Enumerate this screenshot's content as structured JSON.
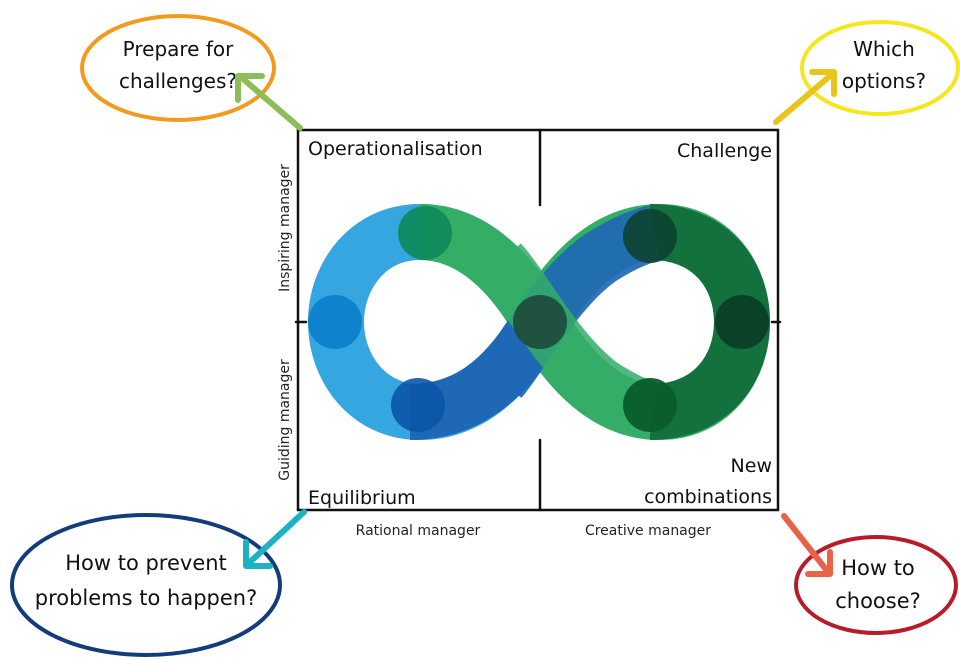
{
  "quadrants": {
    "top_left": "Operationalisation",
    "top_right": "Challenge",
    "bottom_left": "Equilibrium",
    "bottom_right_line1": "New",
    "bottom_right_line2": "combinations"
  },
  "axes": {
    "left_top": "Inspiring manager",
    "left_bottom": "Guiding manager",
    "bottom_left": "Rational manager",
    "bottom_right": "Creative manager"
  },
  "bubbles": {
    "top_left": {
      "line1": "Prepare for",
      "line2": "challenges?",
      "border": "#f39a1e",
      "arrow": "#8cbd58"
    },
    "top_right": {
      "line1": "Which",
      "line2": "options?",
      "border": "#f5e61e",
      "arrow": "#e9c41c"
    },
    "bottom_left": {
      "line1": "How to prevent",
      "line2": "problems to happen?",
      "border": "#123c7a",
      "arrow": "#1bb3c4"
    },
    "bottom_right": {
      "line1": "How to",
      "line2": "choose?",
      "border": "#b81c2b",
      "arrow": "#e8624a"
    }
  },
  "colors": {
    "loop_light_blue": "#36a6e0",
    "loop_dark_blue": "#1f68b5",
    "loop_green": "#34ad67",
    "loop_dark_green": "#13713d",
    "dot_blue": "#0a7ecb",
    "dot_navy": "#0b55a8",
    "dot_green": "#0c8a59",
    "dot_dark": "#0e4230"
  }
}
